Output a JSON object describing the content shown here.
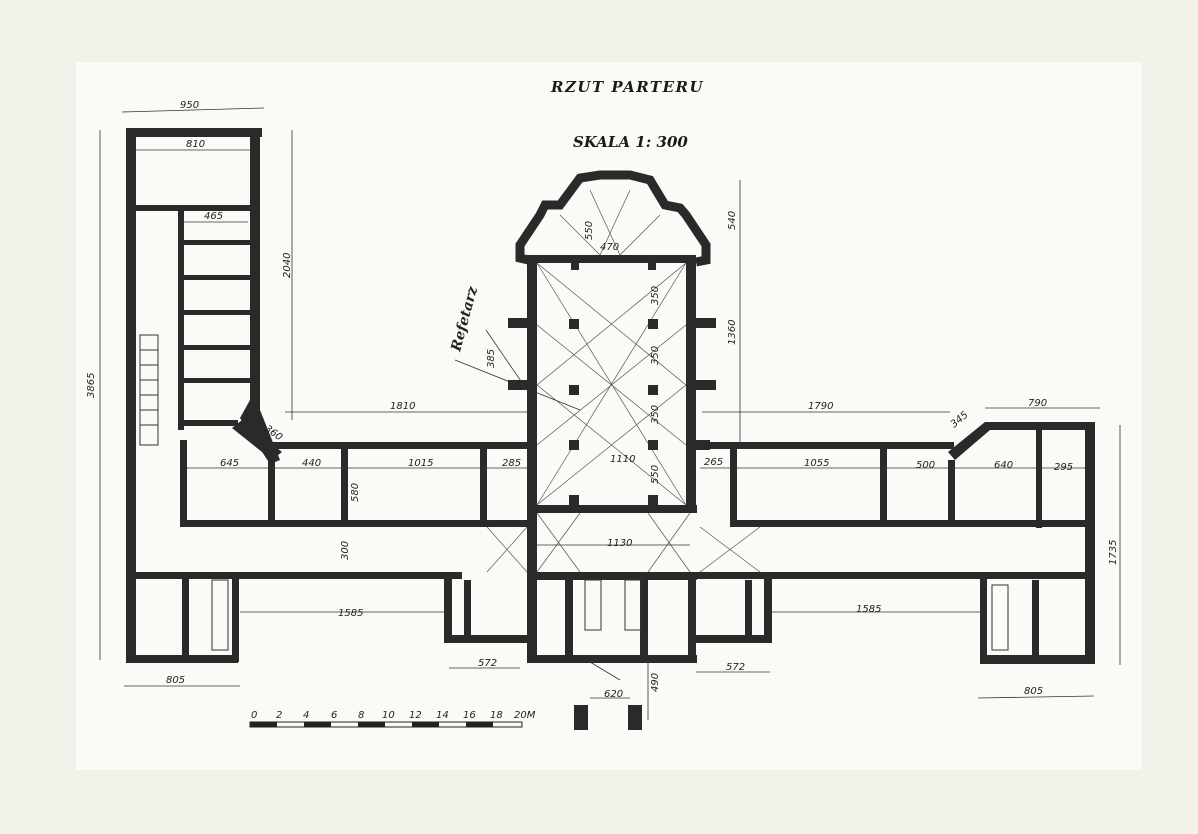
{
  "title": "RZUT PARTERU",
  "scale": "SKALA 1: 300",
  "room_label": "Refetarz",
  "dimensions": {
    "d950": "950",
    "d810": "810",
    "d465": "465",
    "d2040": "2040",
    "d3865": "3865",
    "d360": "360",
    "d645": "645",
    "d440": "440",
    "d1015": "1015",
    "d285": "285",
    "d580": "580",
    "d300": "300",
    "d1810": "1810",
    "d1585L": "1585",
    "d805L": "805",
    "d572L": "572",
    "d550": "550",
    "d470": "470",
    "d540": "540",
    "d1360": "1360",
    "d385": "385",
    "d350a": "350",
    "d350b": "350",
    "d350c": "350",
    "d1110": "1110",
    "d550b": "550",
    "d1130": "1130",
    "d620": "620",
    "d490": "490",
    "d572R": "572",
    "d1790": "1790",
    "d790": "790",
    "d345": "345",
    "d265": "265",
    "d1055": "1055",
    "d500": "500",
    "d640": "640",
    "d295": "295",
    "d1735": "1735",
    "d1585R": "1585",
    "d805R": "805"
  },
  "scale_bar": {
    "ticks": [
      "0",
      "2",
      "4",
      "6",
      "8",
      "10",
      "12",
      "14",
      "16",
      "18",
      "20M"
    ]
  }
}
